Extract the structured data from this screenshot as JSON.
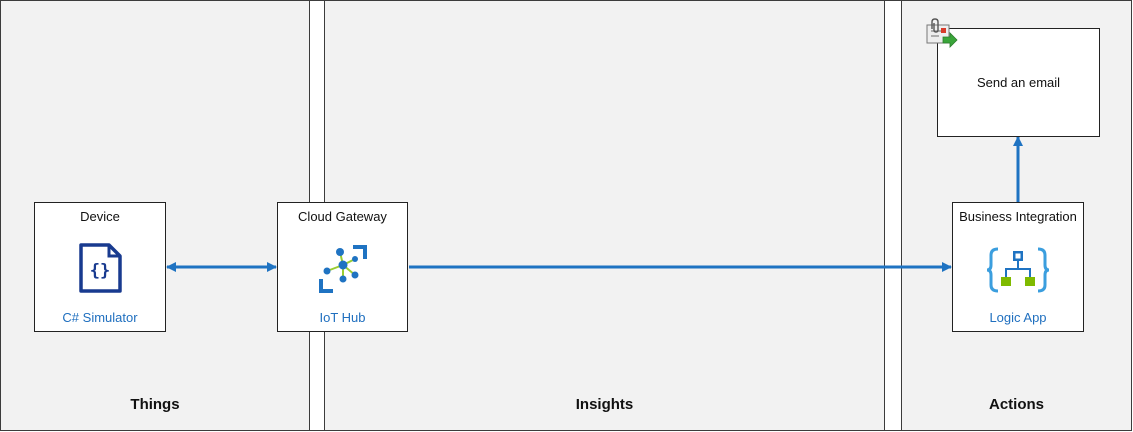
{
  "lanes": {
    "things": "Things",
    "insights": "Insights",
    "actions": "Actions"
  },
  "nodes": {
    "device": {
      "title": "Device",
      "caption": "C# Simulator",
      "icon": "code-file-icon"
    },
    "gateway": {
      "title": "Cloud Gateway",
      "caption": "IoT Hub",
      "icon": "iot-hub-icon"
    },
    "integration": {
      "title": "Business Integration",
      "caption": "Logic App",
      "icon": "logic-app-icon"
    },
    "email": {
      "text": "Send an email",
      "icon": "email-attachment-icon"
    }
  },
  "colors": {
    "lane_fill": "#f2f2f2",
    "border": "#3c3c3c",
    "accent_blue": "#1f6fbf",
    "connector_blue": "#1f73c2",
    "logic_green": "#7fba00",
    "device_navy": "#183a8f"
  }
}
